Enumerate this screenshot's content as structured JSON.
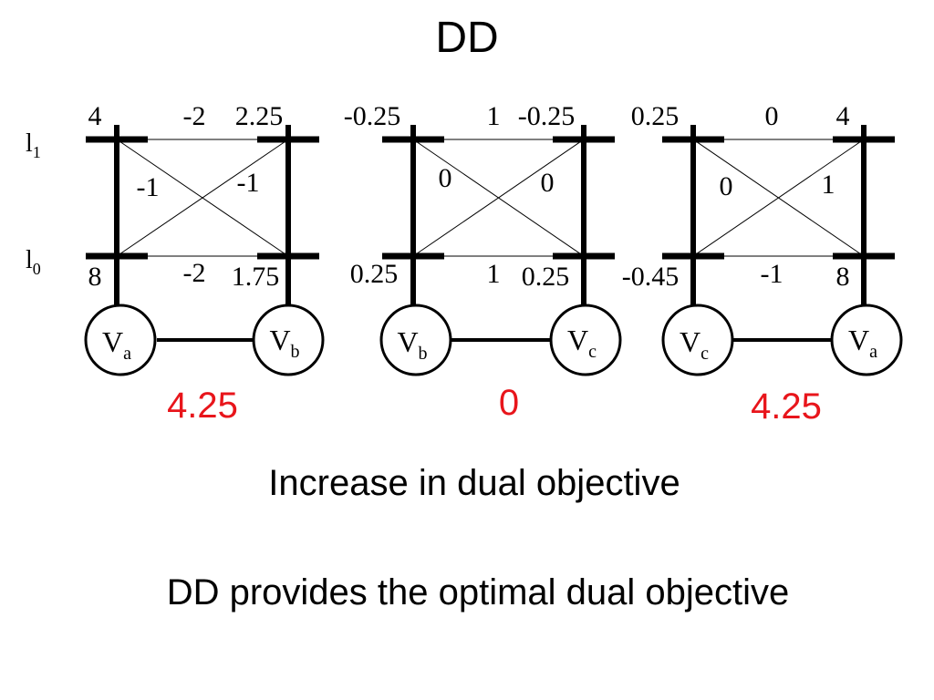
{
  "title": "DD",
  "label_l1": {
    "base": "l",
    "sub": "1"
  },
  "label_l0": {
    "base": "l",
    "sub": "0"
  },
  "panels": [
    {
      "top_left": "4",
      "top_mid": "-2",
      "top_right": "2.25",
      "cross_left": "-1",
      "cross_right": "-1",
      "bot_left": "8",
      "bot_mid": "-2",
      "bot_right": "1.75",
      "node_left": {
        "base": "V",
        "sub": "a"
      },
      "node_right": {
        "base": "V",
        "sub": "b"
      },
      "value": "4.25"
    },
    {
      "top_left": "-0.25",
      "top_mid": "1",
      "top_right": "-0.25",
      "cross_left": "0",
      "cross_right": "0",
      "bot_left": "0.25",
      "bot_mid": "1",
      "bot_right": "0.25",
      "node_left": {
        "base": "V",
        "sub": "b"
      },
      "node_right": {
        "base": "V",
        "sub": "c"
      },
      "value": "0"
    },
    {
      "top_left": "0.25",
      "top_mid": "0",
      "top_right": "4",
      "cross_left": "0",
      "cross_right": "1",
      "bot_left": "-0.45",
      "bot_mid": "-1",
      "bot_right": "8",
      "node_left": {
        "base": "V",
        "sub": "c"
      },
      "node_right": {
        "base": "V",
        "sub": "a"
      },
      "value": "4.25"
    }
  ],
  "caption1": "Increase in dual objective",
  "caption2": "DD provides the optimal dual objective",
  "colors": {
    "value": "#e8151b",
    "ink": "#000000"
  }
}
